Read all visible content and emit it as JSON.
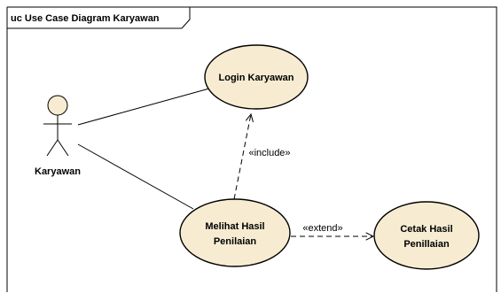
{
  "frame": {
    "title": "uc Use Case Diagram Karyawan"
  },
  "actor": {
    "name": "Karyawan"
  },
  "use_cases": {
    "login": {
      "line1": "Login Karyawan"
    },
    "melihat": {
      "line1": "Melihat Hasil",
      "line2": "Penilaian"
    },
    "cetak": {
      "line1": "Cetak Hasil",
      "line2": "Penillaian"
    }
  },
  "relations": {
    "include": "«include»",
    "extend": "«extend»"
  },
  "colors": {
    "use_case_fill": "#f7ecd2",
    "stroke": "#000000",
    "background": "#ffffff"
  }
}
